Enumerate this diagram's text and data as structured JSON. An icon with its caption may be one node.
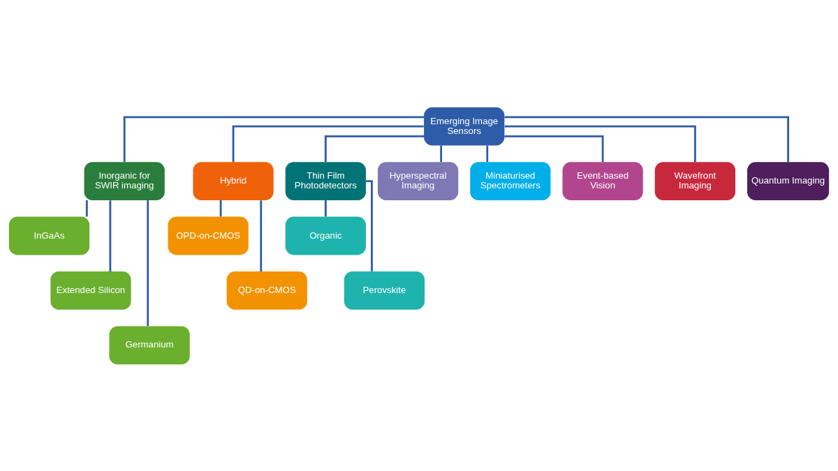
{
  "diagram": {
    "nodes": [
      {
        "text": [
          "Emerging Image Sensors"
        ]
      },
      {
        "text": [
          "Inorganic for SWIR imaging"
        ]
      },
      {
        "text": [
          "Hybrid"
        ]
      },
      {
        "text": [
          "Thin Film Photodetectors"
        ]
      },
      {
        "text": [
          "Hyperspectral Imaging"
        ]
      },
      {
        "text": [
          "Miniaturised Spectrometers"
        ]
      },
      {
        "text": [
          "Event-based Vision"
        ]
      },
      {
        "text": [
          "Wavefront Imaging"
        ]
      },
      {
        "text": [
          "Quantum Imaging"
        ]
      },
      {
        "text": [
          "InGaAs"
        ]
      },
      {
        "text": [
          "Extended Silicon"
        ]
      },
      {
        "text": [
          "Germanium"
        ]
      },
      {
        "text": [
          "OPD-on-CMOS"
        ]
      },
      {
        "text": [
          "QD-on-CMOS"
        ]
      },
      {
        "text": [
          "Organic"
        ]
      },
      {
        "text": [
          "Perovskite"
        ]
      }
    ],
    "edges": [
      {
        "from": 0,
        "to": 1,
        "arrow": "none"
      },
      {
        "from": 0,
        "to": 2,
        "arrow": "none"
      },
      {
        "from": 0,
        "to": 3,
        "arrow": "none"
      },
      {
        "from": 0,
        "to": 4,
        "arrow": "none"
      },
      {
        "from": 0,
        "to": 5,
        "arrow": "none"
      },
      {
        "from": 0,
        "to": 6,
        "arrow": "none"
      },
      {
        "from": 0,
        "to": 7,
        "arrow": "none"
      },
      {
        "from": 0,
        "to": 8,
        "arrow": "none"
      },
      {
        "from": 1,
        "to": 9,
        "arrow": "none"
      },
      {
        "from": 1,
        "to": 10,
        "arrow": "none"
      },
      {
        "from": 1,
        "to": 11,
        "arrow": "none"
      },
      {
        "from": 2,
        "to": 12,
        "arrow": "none"
      },
      {
        "from": 2,
        "to": 13,
        "arrow": "none"
      },
      {
        "from": 3,
        "to": 14,
        "arrow": "none"
      },
      {
        "from": 3,
        "to": 15,
        "arrow": "none"
      }
    ]
  }
}
